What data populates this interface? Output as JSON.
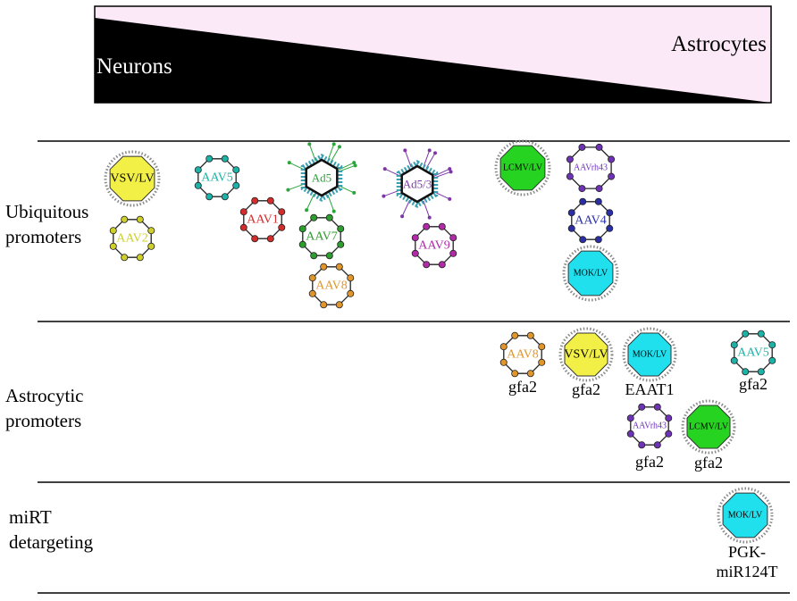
{
  "header": {
    "left_label": "Neurons",
    "right_label": "Astrocytes",
    "colors": {
      "neurons": "#000000",
      "astrocytes": "#fbe9f8"
    }
  },
  "rows": {
    "ubiquitous": "Ubiquitous\npromoters",
    "astrocytic": "Astrocytic\npromoters",
    "mirt": "miRT\ndetargeting"
  },
  "colors": {
    "yellow": "#f2ef47",
    "cyan": "#21e0ee",
    "green": "#27d321",
    "aav2": "#cfcf2a",
    "aav5": "#1bb3a7",
    "aav1": "#d42b2b",
    "aav7": "#2d9d2d",
    "aav8": "#e0962a",
    "aav9": "#b12aa8",
    "aav4": "#2a2fa6",
    "aavrh43": "#6e33b5",
    "ad5": "#2aa53a",
    "ad53": "#7d35a8"
  },
  "vectors": {
    "ubiquitous": {
      "vsv_lv": "VSV/LV",
      "aav2": "AAV2",
      "aav5": "AAV5",
      "aav1": "AAV1",
      "ad5": "Ad5",
      "aav7": "AAV7",
      "aav8": "AAV8",
      "ad53": "Ad5/3",
      "aav9": "AAV9",
      "lcmv_lv": "LCMV/LV",
      "aavrh43": "AAVrh43",
      "aav4": "AAV4",
      "mok_lv": "MOK/LV"
    },
    "astrocytic": {
      "aav8": {
        "name": "AAV8",
        "promoter": "gfa2"
      },
      "vsv_lv": {
        "name": "VSV/LV",
        "promoter": "gfa2"
      },
      "mok_lv": {
        "name": "MOK/LV",
        "promoter": "EAAT1"
      },
      "aav5": {
        "name": "AAV5",
        "promoter": "gfa2"
      },
      "aavrh43": {
        "name": "AAVrh43",
        "promoter": "gfa2"
      },
      "lcmv_lv": {
        "name": "LCMV/LV",
        "promoter": "gfa2"
      }
    },
    "mirt": {
      "mok_lv": {
        "name": "MOK/LV",
        "promoter": "PGK-\nmiR124T"
      }
    }
  }
}
